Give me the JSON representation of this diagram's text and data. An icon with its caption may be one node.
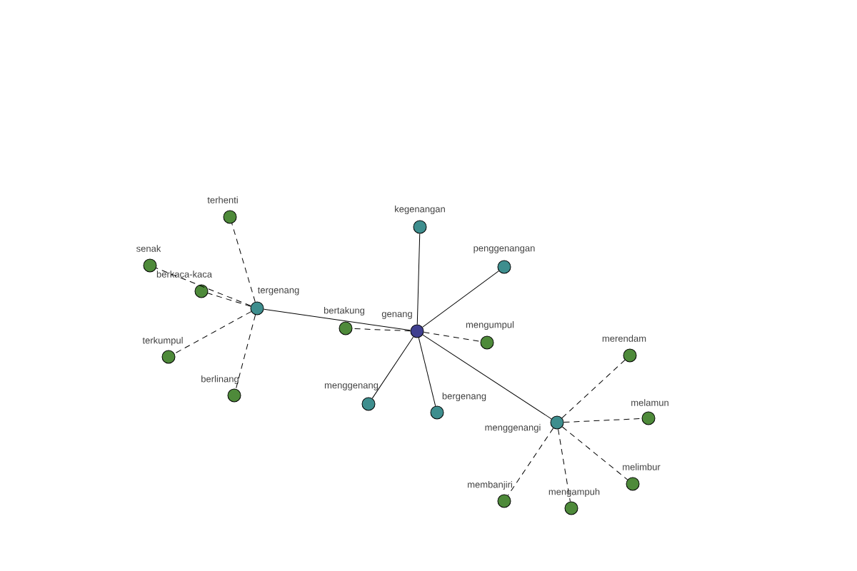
{
  "diagram": {
    "nodes": [
      {
        "text": [
          "genang"
        ]
      },
      {
        "text": [
          "kegenangan"
        ]
      },
      {
        "text": [
          "penggenangan"
        ]
      },
      {
        "text": [
          "mengumpul"
        ]
      },
      {
        "text": [
          "bergenang"
        ]
      },
      {
        "text": [
          "menggenang"
        ]
      },
      {
        "text": [
          "bertakung"
        ]
      },
      {
        "text": [
          "tergenang"
        ]
      },
      {
        "text": [
          "menggenangi"
        ]
      },
      {
        "text": [
          "terhenti"
        ]
      },
      {
        "text": [
          "senak"
        ]
      },
      {
        "text": [
          "berkaca-kaca"
        ]
      },
      {
        "text": [
          "terkumpul"
        ]
      },
      {
        "text": [
          "berlinang"
        ]
      },
      {
        "text": [
          "merendam"
        ]
      },
      {
        "text": [
          "melamun"
        ]
      },
      {
        "text": [
          "melimbur"
        ]
      },
      {
        "text": [
          "mengampuh"
        ]
      },
      {
        "text": [
          "membanjiri"
        ]
      }
    ],
    "edges": [
      {
        "from": 0,
        "to": 1,
        "arrow": "none"
      },
      {
        "from": 0,
        "to": 2,
        "arrow": "none"
      },
      {
        "from": 0,
        "to": 3,
        "arrow": "none",
        "style": "dashed"
      },
      {
        "from": 0,
        "to": 4,
        "arrow": "none"
      },
      {
        "from": 0,
        "to": 5,
        "arrow": "none"
      },
      {
        "from": 0,
        "to": 6,
        "arrow": "none",
        "style": "dashed"
      },
      {
        "from": 0,
        "to": 7,
        "arrow": "none"
      },
      {
        "from": 0,
        "to": 8,
        "arrow": "none"
      },
      {
        "from": 7,
        "to": 9,
        "arrow": "none",
        "style": "dashed"
      },
      {
        "from": 7,
        "to": 10,
        "arrow": "none",
        "style": "dashed"
      },
      {
        "from": 7,
        "to": 11,
        "arrow": "none",
        "style": "dashed"
      },
      {
        "from": 7,
        "to": 12,
        "arrow": "none",
        "style": "dashed"
      },
      {
        "from": 7,
        "to": 13,
        "arrow": "none",
        "style": "dashed"
      },
      {
        "from": 8,
        "to": 14,
        "arrow": "none",
        "style": "dashed"
      },
      {
        "from": 8,
        "to": 15,
        "arrow": "none",
        "style": "dashed"
      },
      {
        "from": 8,
        "to": 16,
        "arrow": "none",
        "style": "dashed"
      },
      {
        "from": 8,
        "to": 17,
        "arrow": "none",
        "style": "dashed"
      },
      {
        "from": 8,
        "to": 18,
        "arrow": "none",
        "style": "dashed"
      }
    ]
  }
}
